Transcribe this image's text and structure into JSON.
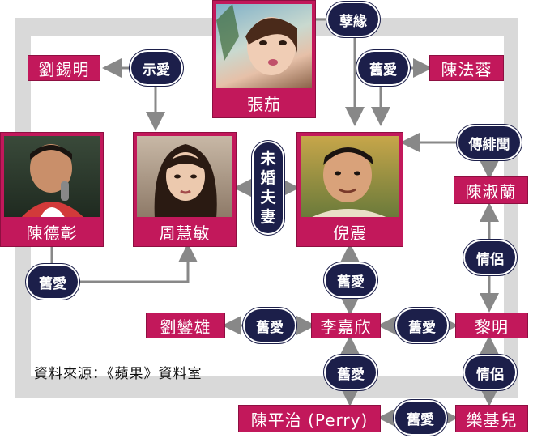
{
  "people": {
    "zhang_jia": "張茄",
    "zhou_huimin": "周慧敏",
    "ni_zhen": "倪震",
    "chen_dezhang": "陳德彰",
    "liu_ximing": "劉錫明",
    "chen_farong": "陳法蓉",
    "chen_shulan": "陳淑蘭",
    "liu_luanxiong": "劉鑾雄",
    "li_jiaxin": "李嘉欣",
    "li_ming": "黎明",
    "chen_pingzhi": "陳平治 (Perry)",
    "le_jier": "樂基兒"
  },
  "relations": {
    "nie_yuan": "孽緣",
    "shi_ai": "示愛",
    "jiu_ai": "舊愛",
    "chuan_feiwen": "傳緋聞",
    "qing_lv": "情侶",
    "fiance": [
      "未",
      "婚",
      "夫",
      "妻"
    ]
  },
  "source_note": "資料來源：《蘋果》資料室",
  "colors": {
    "name_box": "#c2185b",
    "badge": "#1c1f4a",
    "frame": "#d9d9d9",
    "line": "#888888"
  }
}
